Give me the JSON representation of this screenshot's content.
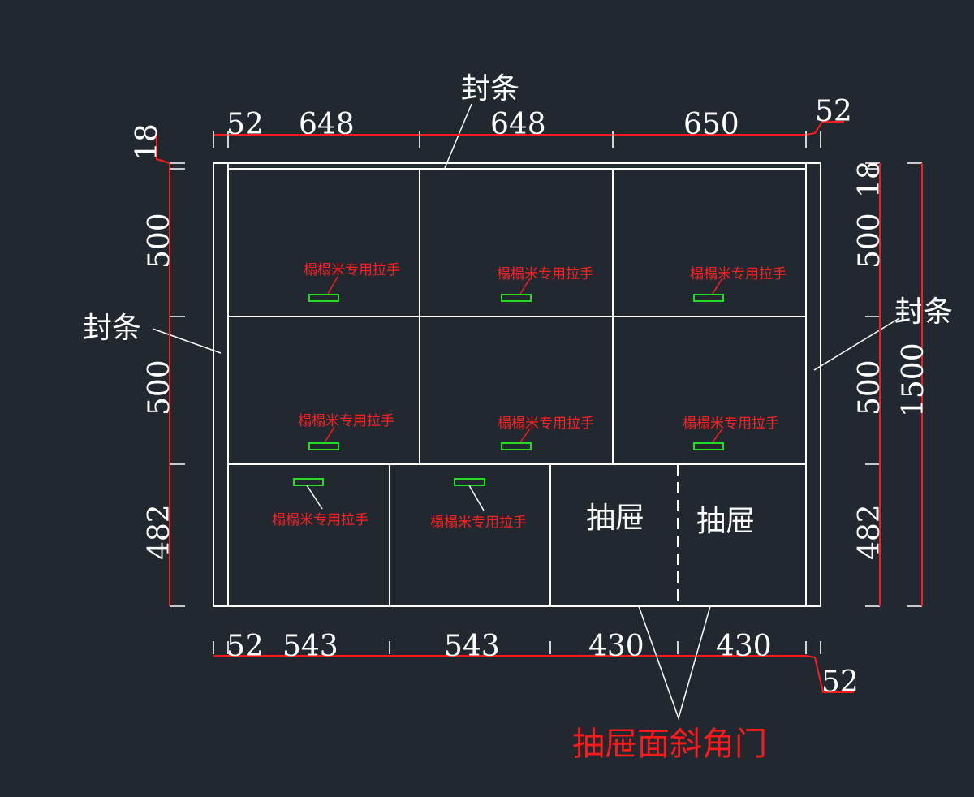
{
  "dimensions": {
    "top": [
      "52",
      "648",
      "648",
      "650",
      "52"
    ],
    "bottom": [
      "52",
      "543",
      "543",
      "430",
      "430",
      "52"
    ],
    "left": [
      "18",
      "500",
      "500",
      "482"
    ],
    "right": [
      "18",
      "500",
      "500",
      "482",
      "1500"
    ]
  },
  "labels": {
    "edge_strip": "封条",
    "drawer": "抽屉",
    "handle": "榻榻米专用拉手",
    "drawer_face_note": "抽屉面斜角门"
  },
  "colors": {
    "background": "#212830",
    "lines": "#ffffff",
    "dimension_lines": "#ff1a1a",
    "handles": "#22dd22",
    "annotation_text": "#ff2020"
  }
}
